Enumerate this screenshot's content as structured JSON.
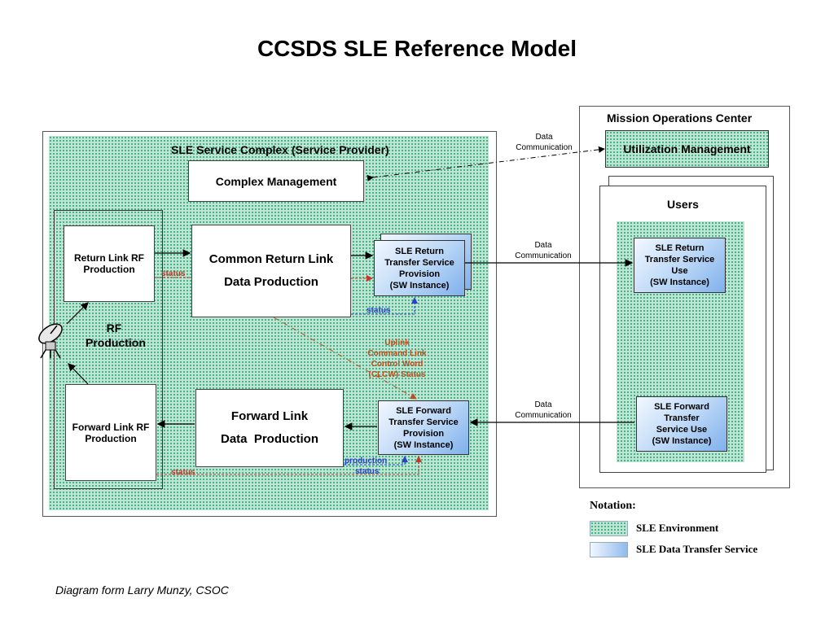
{
  "title": "CCSDS SLE Reference Model",
  "caption": "Diagram form Larry Munzy, CSOC",
  "provider": {
    "label": "SLE Service Complex (Service Provider)",
    "complex_management": "Complex Management",
    "return_link_rf": "Return Link RF Production",
    "forward_link_rf": "Forward Link RF Production",
    "rf_production": "RF Production",
    "common_return_link": [
      "Common Return Link",
      "Data Production"
    ],
    "forward_link_production": [
      "Forward Link",
      "Data  Production"
    ],
    "sle_return_provision": [
      "SLE Return",
      "Transfer Service",
      "Provision",
      "(SW Instance)"
    ],
    "sle_forward_provision": [
      "SLE Forward",
      "Transfer Service",
      "Provision",
      "(SW Instance)"
    ],
    "status_labels": {
      "status_rl": "status",
      "status_crl": "status",
      "status_fl": "status",
      "production": "production",
      "status_flp": "status"
    },
    "uplink_label": [
      "Uplink",
      "Command Link",
      "Control Word",
      "(CLCW) Status"
    ]
  },
  "links": {
    "data_communication": [
      "Data",
      "Communication"
    ]
  },
  "moc": {
    "label": "Mission Operations Center",
    "utilization_management": "Utilization Management",
    "users": "Users",
    "sle_return_use": [
      "SLE Return",
      "Transfer Service",
      "Use",
      "(SW Instance)"
    ],
    "sle_forward_use": [
      "SLE Forward",
      "Transfer",
      "Service Use",
      "(SW Instance)"
    ]
  },
  "notation": {
    "label": "Notation:",
    "sle_environment": "SLE Environment",
    "sle_data_transfer_service": "SLE Data Transfer Service"
  },
  "colors": {
    "environment_fill": "#bfe6d3",
    "environment_dots": "#3fae86",
    "service_fill": "#b9d6f6",
    "status_red": "#c0392b",
    "status_blue": "#2b3fc7",
    "uplink_text": "#b8501e"
  },
  "icons": [
    "satellite-dish-icon"
  ]
}
